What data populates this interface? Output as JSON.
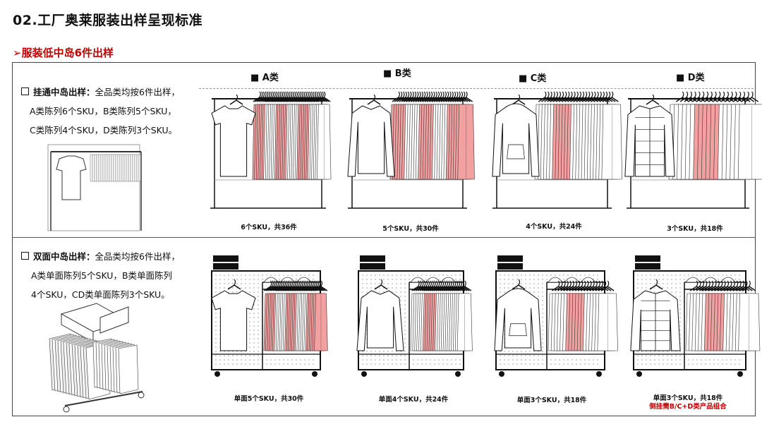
{
  "title": "02.工厂奥莱服装出样呈现标准",
  "subtitle": "➢服装低中岛6件出样",
  "categories": [
    "■ A类",
    "■ B类",
    "■ C类",
    "■ D类"
  ],
  "rows": [
    {
      "heading": "挂通中岛出样：",
      "lines": [
        "全品类均按6件出样，",
        "A类陈列6个SKU，B类陈列5个SKU，",
        "C类陈列4个SKU，D类陈列3个SKU。"
      ],
      "captions": [
        "6个SKU，共36件",
        "5个SKU，共30件",
        "4个SKU，共24件",
        "3个SKU，共18件"
      ]
    },
    {
      "heading": "双面中岛出样：",
      "lines": [
        "全品类均按6件出样，",
        "A类单面陈列5个SKU，B类单面陈列",
        "4个SKU，CD类单面陈列3个SKU。"
      ],
      "captions": [
        "单面5个SKU，共30件",
        "单面4个SKU，共24件",
        "单面3个SKU，共18件",
        "单面3个SKU，共18件"
      ],
      "note": "侧挂需B/C+D类产品组合"
    }
  ],
  "colors": {
    "accent": "#c00000",
    "pink": "#f2a0a0",
    "line": "#111111"
  },
  "icons": [
    "garment-rack-illustration",
    "double-sided-island-illustration",
    "checkbox-icon"
  ]
}
